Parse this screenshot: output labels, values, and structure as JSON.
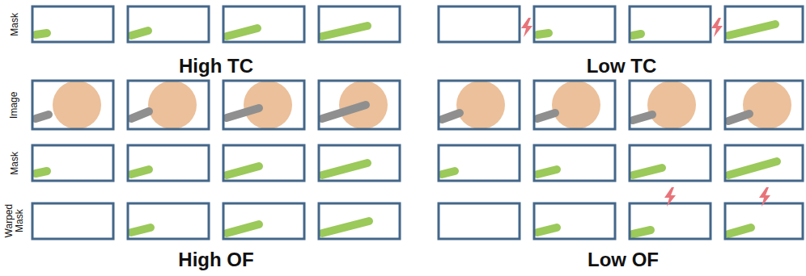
{
  "diagram": {
    "labels": [
      "Mask",
      "High TC",
      "Low TC",
      "Image",
      "Mask",
      "Warped Mask",
      "High OF",
      "Low OF"
    ]
  }
}
